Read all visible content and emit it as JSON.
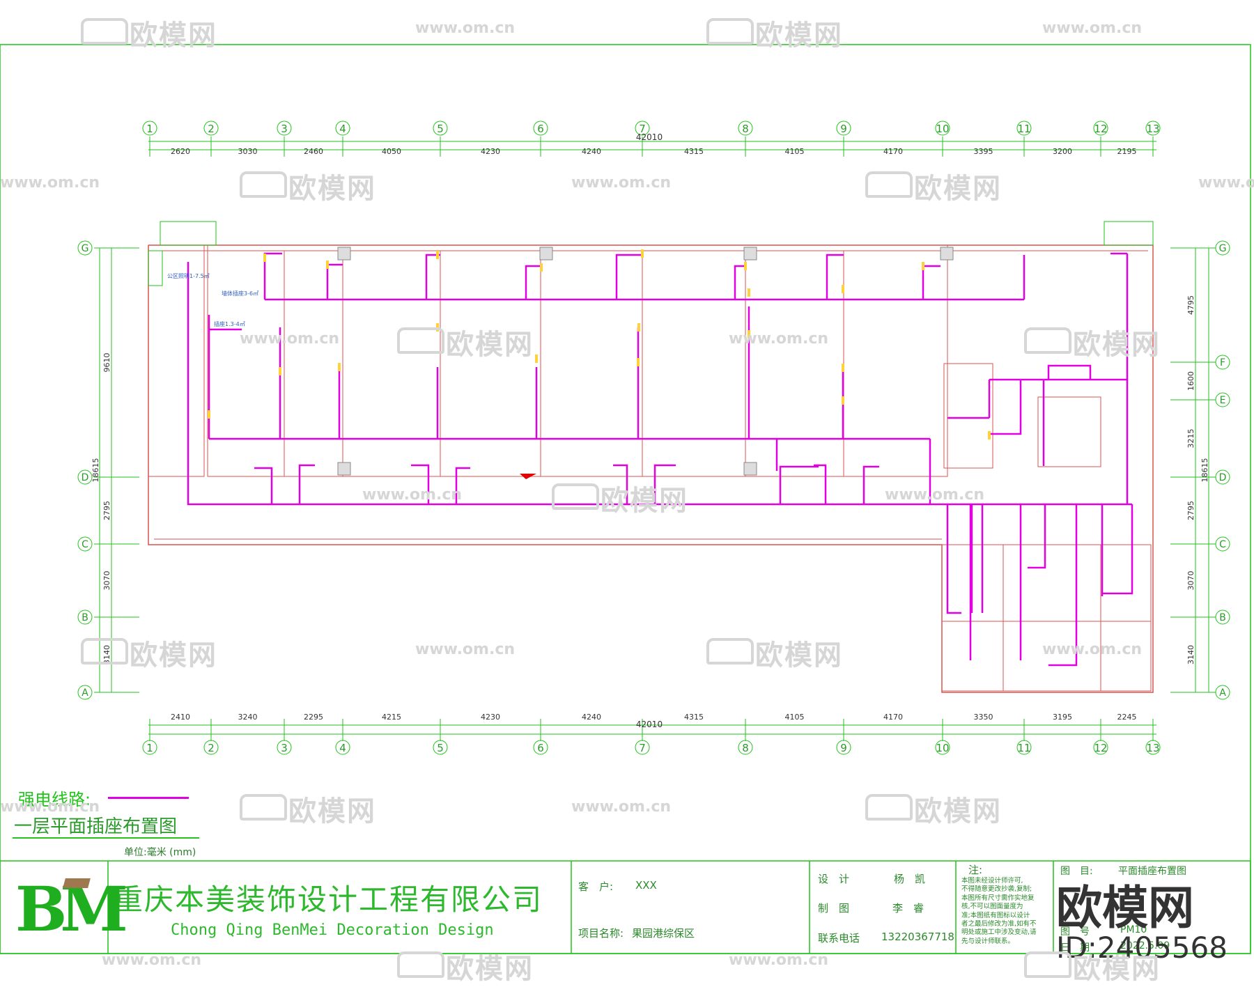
{
  "drawing": {
    "title": "一层平面插座布置图",
    "legend_label": "强电线路:",
    "unit_label": "单位:毫米 (mm)",
    "total_top": "42010",
    "total_bottom": "42010",
    "top_dims": [
      "2620",
      "3030",
      "2460",
      "4050",
      "4230",
      "4240",
      "4315",
      "4105",
      "4170",
      "3395",
      "3200",
      "2195"
    ],
    "bottom_dims": [
      "2410",
      "3240",
      "2295",
      "4215",
      "4230",
      "4240",
      "4315",
      "4105",
      "4170",
      "3350",
      "3195",
      "2245"
    ],
    "axis_numbers": [
      "1",
      "2",
      "3",
      "4",
      "5",
      "6",
      "7",
      "8",
      "9",
      "10",
      "11",
      "12",
      "13"
    ],
    "left_axes": [
      "G",
      "D",
      "C",
      "B",
      "A"
    ],
    "right_axes": [
      "G",
      "F",
      "E",
      "D",
      "C",
      "B",
      "A"
    ],
    "left_dims": [
      "9610",
      "2795",
      "3070",
      "3140"
    ],
    "left_total": "18615",
    "right_dims": [
      "4795",
      "1600",
      "3215",
      "2795",
      "3070",
      "3140"
    ],
    "right_total": "18615",
    "room_notes": [
      "公区照明1-7.5㎡",
      "墙体插座3-6㎡",
      "插座1.3-4㎡"
    ],
    "colors": {
      "power_line": "#e000e0",
      "grid": "#22c31b",
      "wall": "#d9534f",
      "watermark": "#d6d6d6",
      "fixture": "#ffd23c"
    }
  },
  "title_block": {
    "company_cn": "重庆本美装饰设计工程有限公司",
    "company_en": "Chong Qing BenMei Decoration Design",
    "logo_text": "BM",
    "client_label": "客　户:",
    "client_value": "XXX",
    "project_label": "项目名称:",
    "project_value": "果园港综保区",
    "design_label": "设　计",
    "design_value": "杨　凯",
    "draw_label": "制　图",
    "draw_value": "李　睿",
    "phone_label": "联系电话",
    "phone_value": "13220367718",
    "notes_label": "注:",
    "notes_lines": [
      "本图未经设计师许可,",
      "不得随意更改抄袭,复制;",
      "本图所有尺寸需作实地复",
      "核,不可以图面量度为",
      "准;本图纸有图标以设计",
      "者之最后修改为准,如有不",
      "明处或施工中涉及变动,请",
      "先与设计师联系。"
    ],
    "sheet_title_label": "图　目:",
    "sheet_title_value": "平面插座布置图",
    "sheet_no_label": "图　号",
    "sheet_no_value": "PM10",
    "date_label": "日　期",
    "date_value": "2022.5.09"
  },
  "watermark": {
    "brand": "欧模网",
    "url": "www.om.cn",
    "corner_brand": "欧模网",
    "corner_id": "ID:2405568"
  }
}
